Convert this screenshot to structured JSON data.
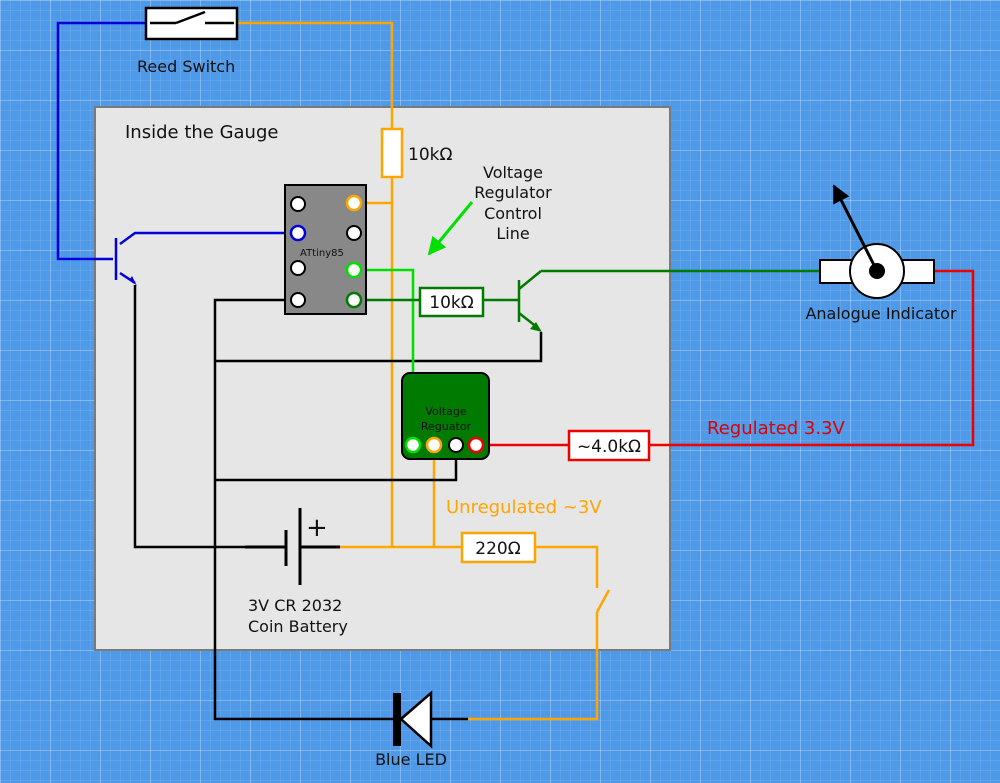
{
  "diagram": {
    "labels": {
      "reed_switch": "Reed Switch",
      "gauge": "Inside the Gauge",
      "pullup_resistor": "10kΩ",
      "control_line": [
        "Voltage",
        "Regulator",
        "Control",
        "Line"
      ],
      "mcu": "ATtiny85",
      "base_resistor": "10kΩ",
      "indicator": "Analogue Indicator",
      "regulator": [
        "Voltage",
        "Reguator"
      ],
      "meter_resistor": "~4.0kΩ",
      "regulated": "Regulated 3.3V",
      "unregulated": "Unregulated ~3V",
      "battery_plus": "+",
      "led_resistor": "220Ω",
      "battery": [
        "3V CR 2032",
        "Coin Battery"
      ],
      "led": "Blue LED"
    },
    "colors": {
      "ground": "#000000",
      "reed_line": "#0000dd",
      "supply": "#ffa500",
      "control": "#007a00",
      "control_bright": "#00e000",
      "regulated": "#ee0000",
      "gauge_box": "#e6e6e6",
      "mcu_body": "#888888",
      "regulator_body": "#007a00",
      "regulated_text": "#dd0000",
      "unregulated_text": "#ffa500"
    }
  }
}
